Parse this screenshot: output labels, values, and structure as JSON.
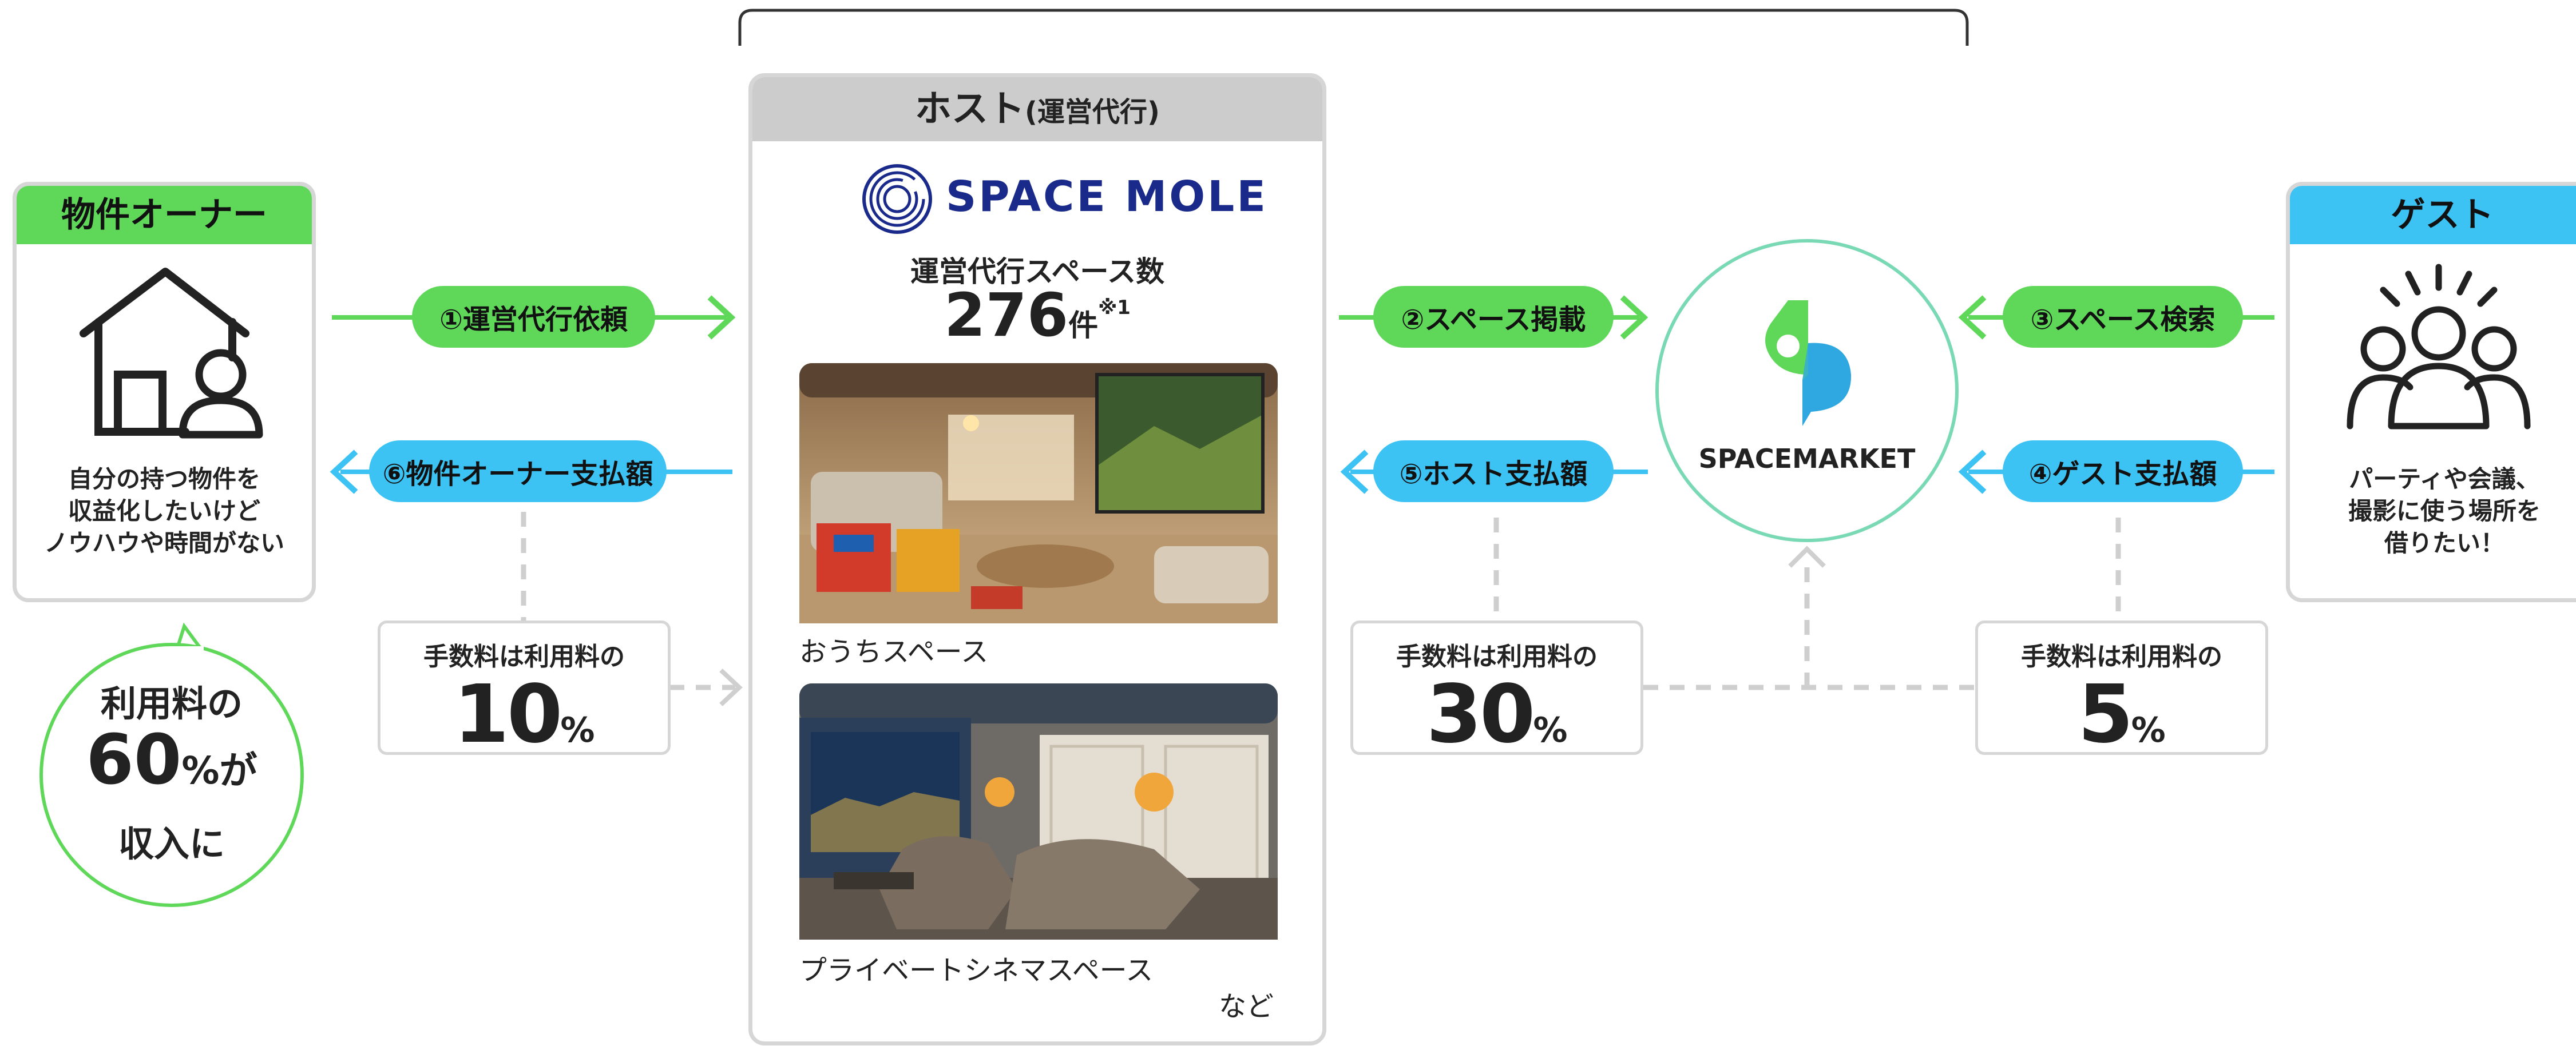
{
  "owner": {
    "title": "物件オーナー",
    "desc": [
      "自分の持つ物件を",
      "収益化したいけど",
      "ノウハウや時間がない"
    ],
    "revenue": {
      "l1": "利用料の",
      "pct": "60",
      "unit": "%が",
      "l3": "収入に"
    }
  },
  "host": {
    "title": "ホスト",
    "subtitle": "(運営代行)",
    "brand": "SPACE MOLE",
    "count_label": "運営代行スペース数",
    "count": "276",
    "count_unit": "件",
    "count_note": "※1",
    "photo1_caption": "おうちスペース",
    "photo2_caption": "プライベートシネマスペース",
    "etc": "など"
  },
  "market": {
    "name": "SPACEMARKET"
  },
  "guest": {
    "title": "ゲスト",
    "desc": [
      "パーティや会議、",
      "撮影に使う場所を",
      "借りたい！"
    ]
  },
  "flows": {
    "f1": "①運営代行依頼",
    "f2": "②スペース掲載",
    "f3": "③スペース検索",
    "f4": "④ゲスト支払額",
    "f5": "⑤ホスト支払額",
    "f6": "⑥物件オーナー支払額"
  },
  "fees": {
    "owner": {
      "label": "手数料は利用料の",
      "value": "10",
      "unit": "%"
    },
    "host": {
      "label": "手数料は利用料の",
      "value": "30",
      "unit": "%"
    },
    "guest": {
      "label": "手数料は利用料の",
      "value": "5",
      "unit": "%"
    }
  },
  "colors": {
    "green": "#5fd85a",
    "blue": "#3cc3f4",
    "navy": "#1a2a8a",
    "gray": "#d6d6d6"
  }
}
